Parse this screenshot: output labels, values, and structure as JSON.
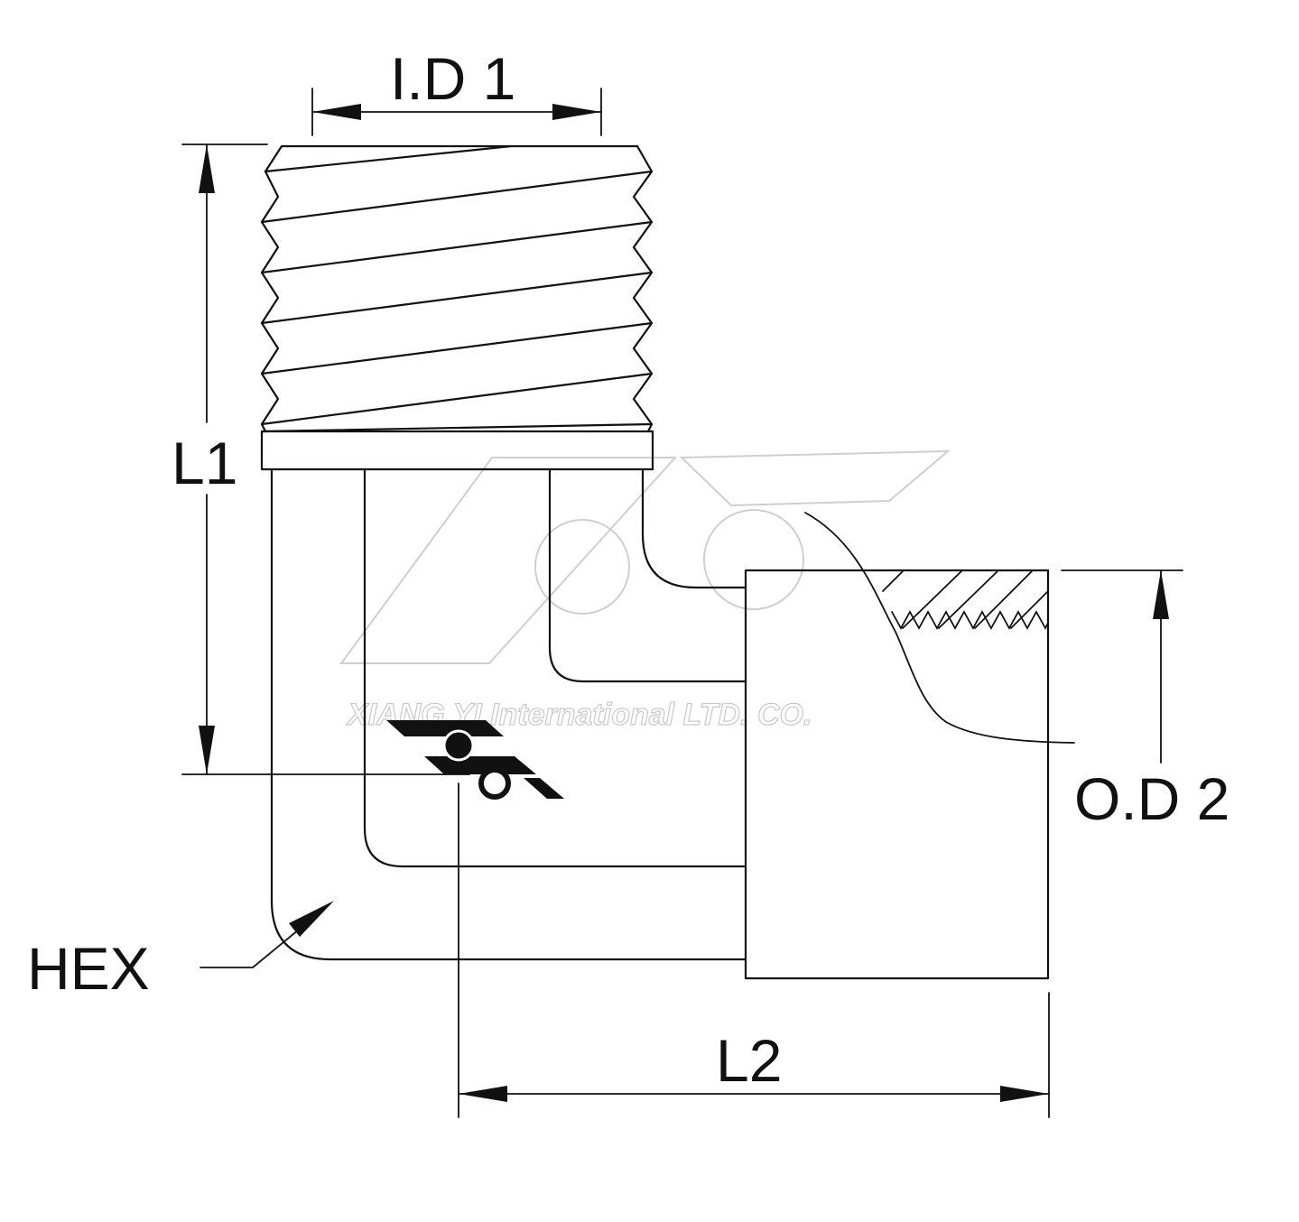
{
  "labels": {
    "id1": "I.D 1",
    "l1": "L1",
    "od2": "O.D 2",
    "hex": "HEX",
    "l2": "L2"
  },
  "watermark": {
    "company": "XIANG YI International  LTD. CO."
  },
  "colors": {
    "line": "#111111",
    "background": "#ffffff",
    "watermark": "#cfcfcf"
  }
}
